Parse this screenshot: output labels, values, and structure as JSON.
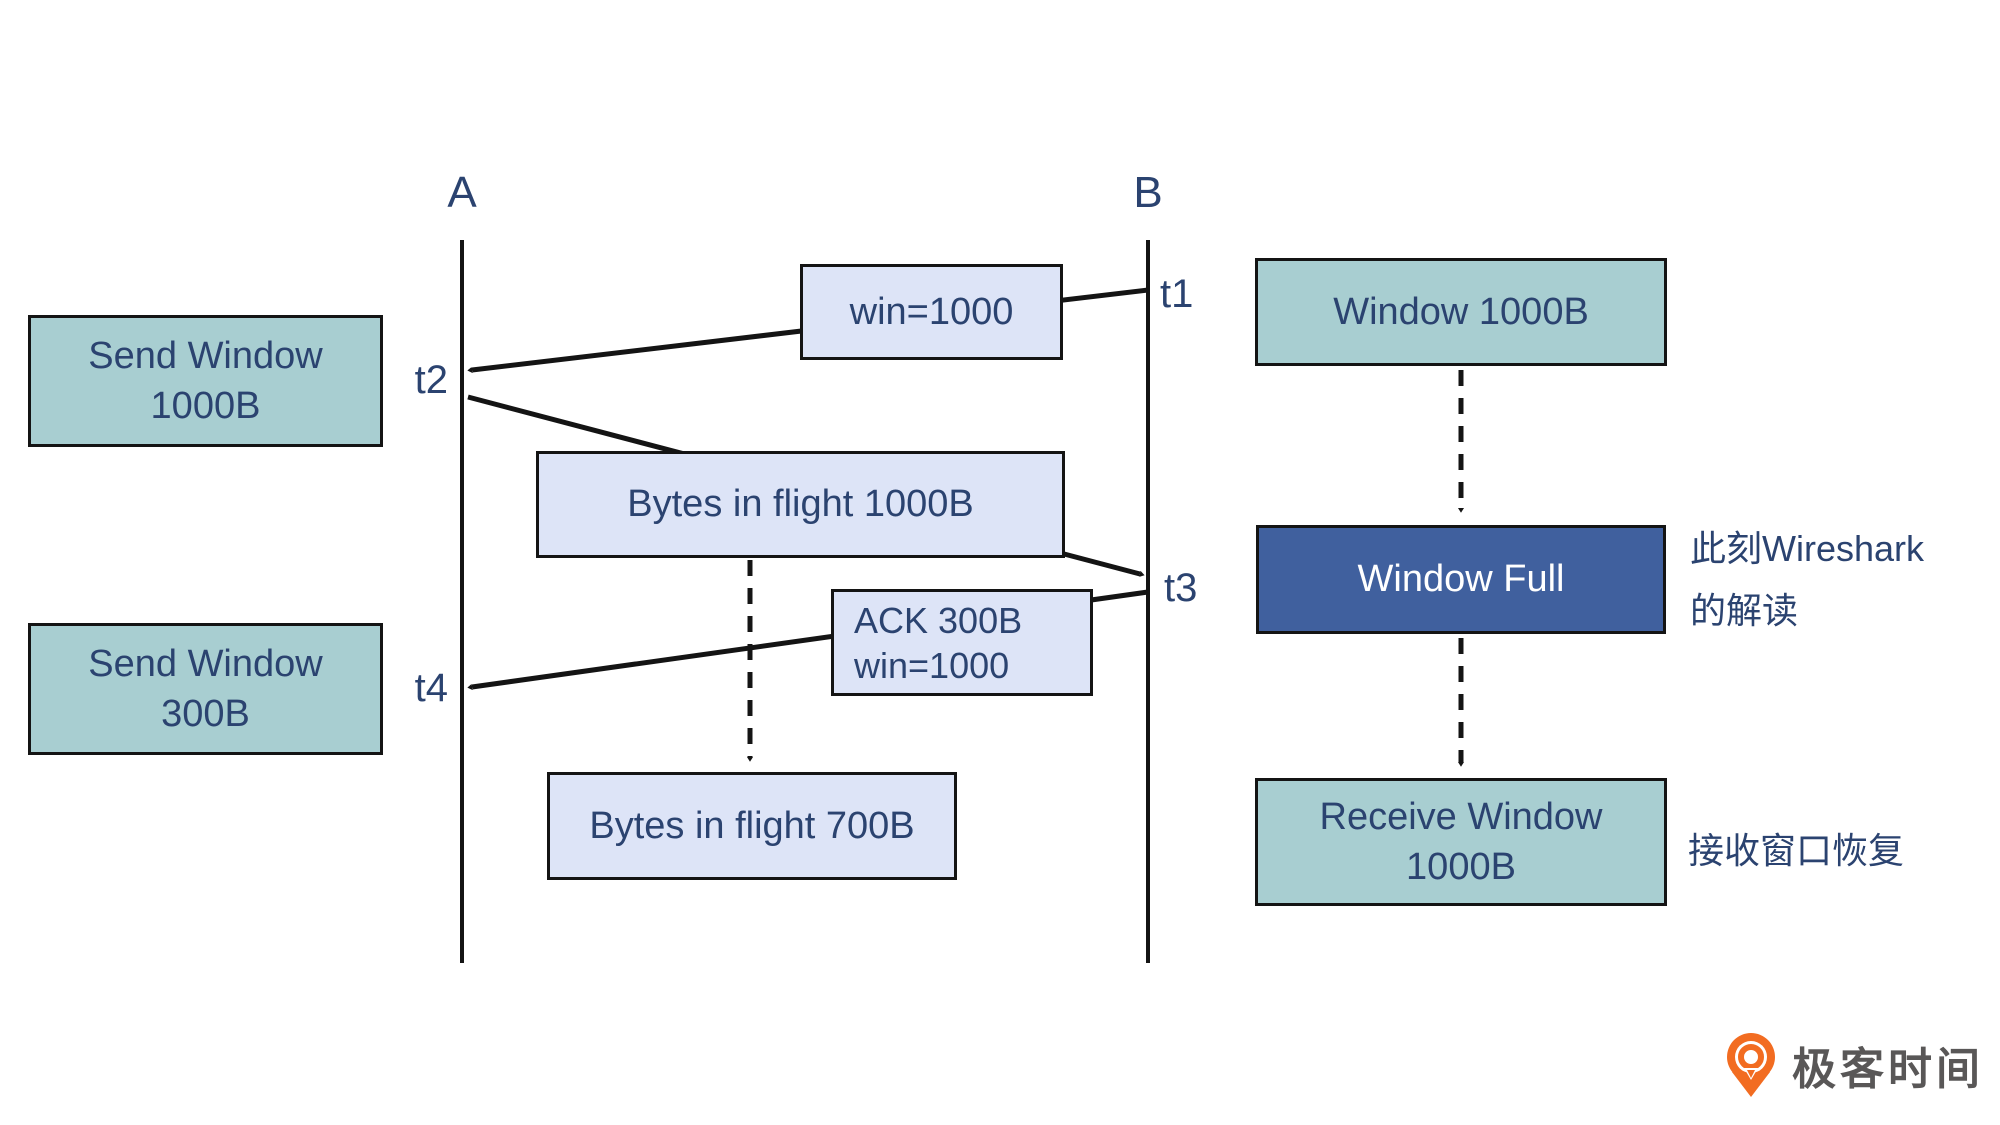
{
  "lifelines": {
    "a": "A",
    "b": "B"
  },
  "time_labels": {
    "t1": "t1",
    "t2": "t2",
    "t3": "t3",
    "t4": "t4"
  },
  "boxes": {
    "send_window_1000": {
      "line1": "Send Window",
      "line2": "1000B"
    },
    "send_window_300": {
      "line1": "Send Window",
      "line2": "300B"
    },
    "win_advertise": {
      "label": "win=1000"
    },
    "bytes_in_flight_1000": {
      "label": "Bytes in flight 1000B"
    },
    "ack": {
      "line1": "ACK 300B",
      "line2": "win=1000"
    },
    "bytes_in_flight_700": {
      "label": "Bytes in flight 700B"
    },
    "window_1000": {
      "label": "Window 1000B"
    },
    "window_full": {
      "label": "Window Full"
    },
    "receive_window": {
      "line1": "Receive Window",
      "line2": "1000B"
    }
  },
  "annotations": {
    "wireshark_line1": "此刻Wireshark",
    "wireshark_line2": "的解读",
    "window_recover": "接收窗口恢复"
  },
  "logo": {
    "icon": "geektime-pin-clock-icon",
    "text": "极客时间"
  },
  "colors": {
    "teal_box": "#a8ced1",
    "lavender_box": "#dde4f7",
    "blue_box": "#40609e",
    "navy_text": "#2b4370",
    "line_black": "#141414",
    "logo_orange": "#f26c21",
    "logo_text_gray": "#595757"
  }
}
